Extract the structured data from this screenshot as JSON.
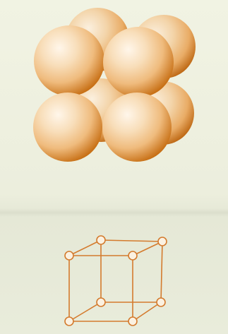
{
  "figures": [
    {
      "kind": "space-filling-model",
      "icon": "sphere-cube-model",
      "sphere_count": 8
    },
    {
      "kind": "ball-and-stick-cube",
      "icon": "cube-lattice",
      "vertex_count": 8
    }
  ],
  "colors": {
    "background": "#eef0de",
    "sphere_highlight": "#fff6ea",
    "sphere_mid": "#f3c790",
    "sphere_shadow": "#c76f14",
    "lattice_line": "#d47b2e",
    "lattice_node_fill": "#fbf1e1"
  }
}
